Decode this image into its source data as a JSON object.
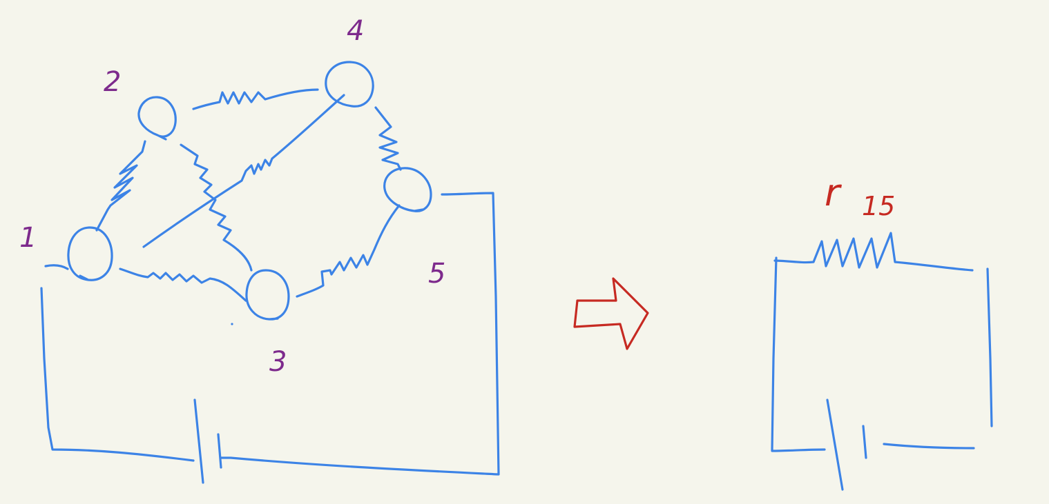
{
  "colors": {
    "background": "#f5f5ec",
    "wire": "#3c83e6",
    "node_label": "#7d2a8c",
    "accent": "#c62a22"
  },
  "network": {
    "node_labels": [
      "1",
      "2",
      "3",
      "4",
      "5"
    ]
  },
  "equivalent": {
    "resistor_label": "r",
    "resistor_subscript": "15"
  },
  "arrow_icon": "right-arrow-outline-icon"
}
